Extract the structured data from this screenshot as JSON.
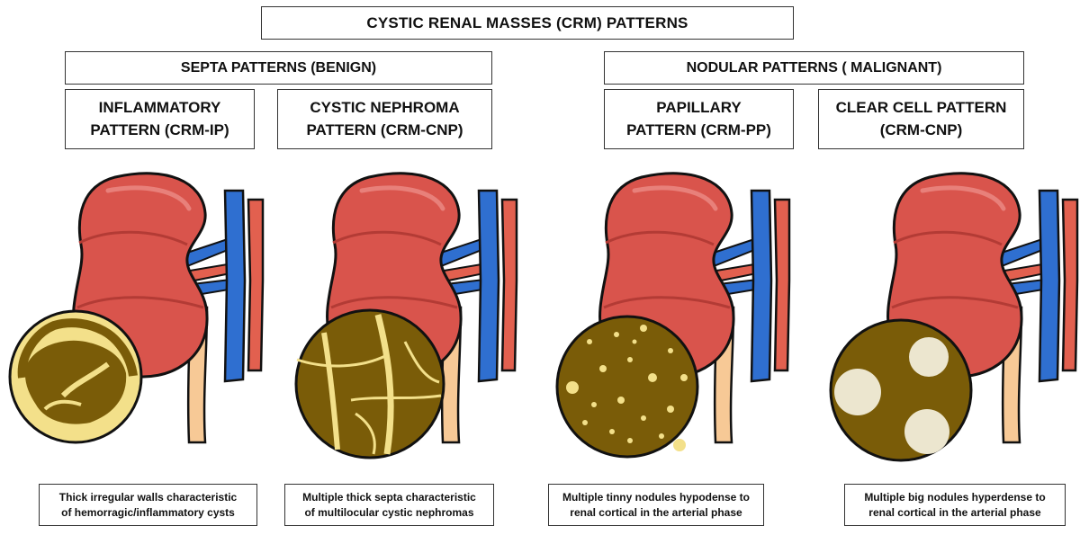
{
  "title": "CYSTIC RENAL MASSES (CRM)  PATTERNS",
  "groups": {
    "benign": "SEPTA  PATTERNS (BENIGN)",
    "malignant": "NODULAR PATTERNS ( MALIGNANT)"
  },
  "patterns": [
    {
      "name": "INFLAMMATORY\nPATTERN (CRM-IP)",
      "caption": "Thick irregular walls  characteristic\nof hemorragic/inflammatory cysts"
    },
    {
      "name": "CYSTIC NEPHROMA\nPATTERN (CRM-CNP)",
      "caption": "Multiple thick septa characteristic\nof multilocular cystic nephromas"
    },
    {
      "name": "PAPILLARY\nPATTERN (CRM-PP)",
      "caption": "Multiple tinny nodules hypodense to\nrenal cortical in the arterial phase"
    },
    {
      "name": "CLEAR CELL PATTERN\n(CRM-CNP)",
      "caption": "Multiple big nodules hyperdense to\nrenal cortical in the arterial phase"
    }
  ],
  "colors": {
    "kidney": "#d9544c",
    "kidney_dark": "#b33b35",
    "vein": "#2f6fd0",
    "artery": "#e2604f",
    "ureter": "#f7c996",
    "lesion_fill": "#7a5c08",
    "lesion_light": "#f3e08a",
    "nodule_big": "#ece6cf"
  }
}
